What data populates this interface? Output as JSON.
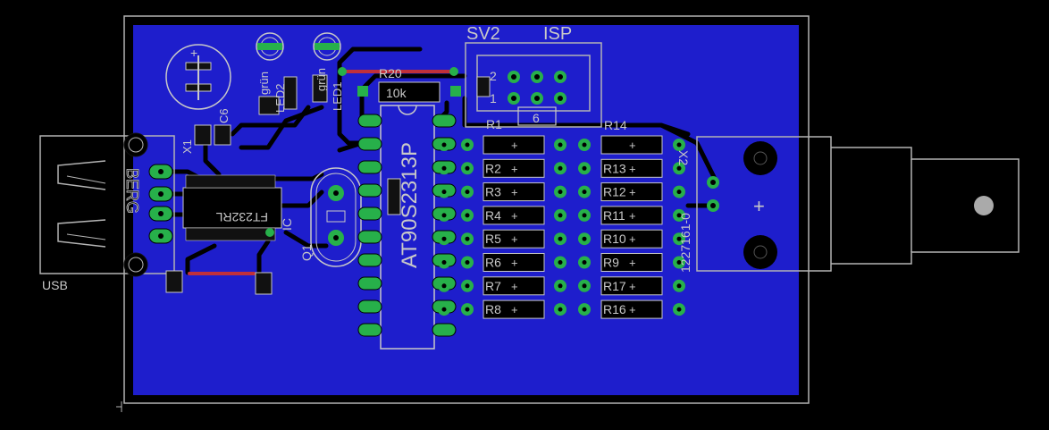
{
  "colors": {
    "background": "#000000",
    "copper": "#1e1ecc",
    "trace": "#000000",
    "pad": "#27b04a",
    "silk": "#c8c8c8",
    "wire": "#c0303a",
    "outline": "#b4b4b4"
  },
  "labels": {
    "sv2": "SV2",
    "isp": "ISP",
    "usb": "USB",
    "r20": "R20",
    "r20_value": "10k",
    "r1": "R1",
    "r14": "R14",
    "six": "6",
    "two": "2",
    "one": "1",
    "mcu": "AT90S2313P",
    "q1": "Q1",
    "berg": "BERG",
    "ftdi": "FT232RL",
    "ic": "IC",
    "x1": "X1",
    "x2": "X2",
    "c6": "C6",
    "led1": "LED1",
    "led2": "LED2",
    "gruen": "grün",
    "connector_part": "1227161-0",
    "plus": "+"
  },
  "resistors_left": [
    "R2",
    "R3",
    "R4",
    "R5",
    "R6",
    "R7",
    "R8"
  ],
  "resistors_right": [
    "R13",
    "R12",
    "R11",
    "R10",
    "R9",
    "R17",
    "R16"
  ]
}
